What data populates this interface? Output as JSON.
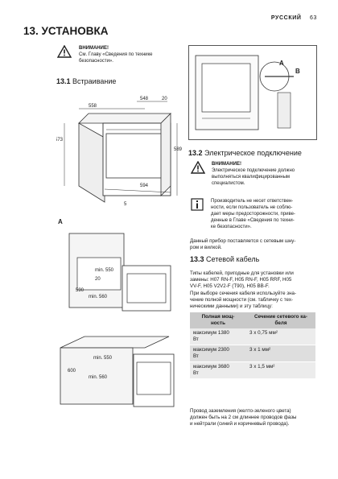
{
  "header": {
    "lang": "РУССКИЙ",
    "page": "63"
  },
  "section": {
    "title": "13. УСТАНОВКА"
  },
  "warning_top": {
    "title": "ВНИМАНИЕ!",
    "text": [
      "См. Главу «Сведения по технике",
      "безопасности»."
    ]
  },
  "sub1": {
    "num": "13.1",
    "label": "Встраивание"
  },
  "fig1": {
    "d558": "558",
    "d548": "548",
    "d20": "20",
    "d573": "573",
    "d589": "589",
    "d594": "594",
    "d5": "5"
  },
  "fig2": {
    "mark": "A",
    "min550": "min. 550",
    "d20": "20",
    "d590": "590",
    "min560": "min. 560"
  },
  "fig3": {
    "min550": "min. 550",
    "d600": "600",
    "min560": "min. 560"
  },
  "fig4": {
    "a": "A",
    "b": "B"
  },
  "sub2": {
    "num": "13.2",
    "label": "Электрическое подключение"
  },
  "warning2": {
    "title": "ВНИМАНИЕ!",
    "text": [
      "Электрическое подключение должно",
      "выполняться квалифицированным",
      "специалистом."
    ]
  },
  "info": {
    "text": [
      "Производитель не несет ответствен-",
      "ности, если пользователь не соблю-",
      "дает меры предосторожности, приве-",
      "денные в Главе «Сведения по техни-",
      "ке безопасности»."
    ]
  },
  "supply_text": [
    "Данный прибор поставляется с сетевым шну-",
    "ром и вилкой."
  ],
  "sub3": {
    "num": "13.3",
    "label": "Сетевой кабель"
  },
  "cable_text": [
    "Типы кабелей, пригодные для установки или",
    "замены: H07 RN-F, H05 RN-F, H05 RRF, H05",
    "VV-F, H05 V2V2-F (T90), H05 BB-F.",
    "При выборе сечения кабеля используйте зна-",
    "чение полной мощности (см. табличку с тех-",
    "ническими данными) и эту таблицу:"
  ],
  "table": {
    "headers": [
      [
        "Полная мощ-",
        "ность"
      ],
      [
        "Сечение сетевого ка-",
        "беля"
      ]
    ],
    "rows": [
      {
        "power": [
          "максимум 1380",
          "Вт"
        ],
        "section": "3 x 0,75 мм²"
      },
      {
        "power": [
          "максимум 2300",
          "Вт"
        ],
        "section": "3 x 1 мм²"
      },
      {
        "power": [
          "максимум 3680",
          "Вт"
        ],
        "section": "3 x 1,5 мм²"
      }
    ]
  },
  "ground_text": [
    "Провод заземления (желто-зеленого цвета)",
    "должен быть на 2 см длиннее проводов фазы",
    "и нейтрали (синий и коричневый провода)."
  ],
  "colors": {
    "table_header": "#c9c9c9",
    "row_light": "#ececec",
    "row_dark": "#dedede"
  },
  "icons": [
    "warning-triangle-icon",
    "info-icon"
  ]
}
